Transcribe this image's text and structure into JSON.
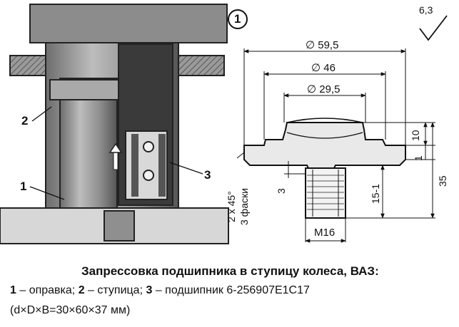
{
  "figure_number": "1",
  "roughness": "6,3",
  "callouts": {
    "c1": "1",
    "c2": "2",
    "c3": "3"
  },
  "dimensions": {
    "d1": "∅ 59,5",
    "d2": "∅ 46",
    "d3": "∅ 29,5",
    "h10": "10",
    "h1": "1",
    "h35": "35",
    "h15": "15-1",
    "h3": "3",
    "thread": "M16",
    "chamfer_a": "2 x 45°",
    "chamfer_b": "3 фаски"
  },
  "caption": {
    "title": "Запрессовка подшипника в ступицу колеса, ВАЗ:",
    "n1": "1",
    "t1": " – оправка; ",
    "n2": "2",
    "t2": " – ступица; ",
    "n3": "3",
    "t3": " – подшипник 6-256907Е1С17",
    "line3": "(d×D×B=30×60×37 мм)"
  }
}
